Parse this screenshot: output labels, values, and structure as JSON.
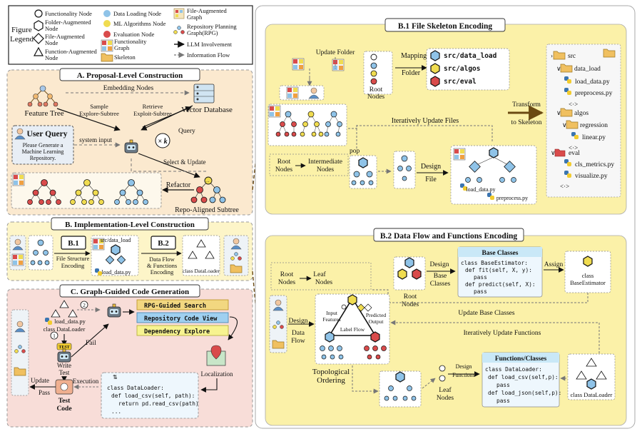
{
  "legend": {
    "title_line1": "Figure",
    "title_line2": "Legend",
    "functionality_node": "Functionality Node",
    "folder_node_l1": "Folder-Augmented",
    "folder_node_l2": "Node",
    "file_node_l1": "File-Augmented",
    "file_node_l2": "Node",
    "function_node_l1": "Function-Augmented",
    "function_node_l2": "Node",
    "data_loading_node": "Data Loading Node",
    "ml_algorithms_node": "ML Algorithms Node",
    "evaluation_node": "Evaluation Node",
    "functionality_graph_l1": "Functionality",
    "functionality_graph_l2": "Graph",
    "skeleton": "Skeleton",
    "file_graph_l1": "File-Augmented",
    "file_graph_l2": "Graph",
    "rpg_l1": "Repository Planning",
    "rpg_l2": "Graph(RPG)",
    "llm_involvement": "LLM Involvement",
    "information_flow": "Information Flow"
  },
  "panel_a": {
    "title": "A. Proposal-Level Construction",
    "embedding_nodes": "Embedding Nodes",
    "feature_tree": "Feature Tree",
    "vector_database": "Vector Database",
    "sample_l1": "Sample",
    "sample_l2": "Explore-Subtree",
    "retrieve_l1": "Retrieve",
    "retrieve_l2": "Exploit-Subtree",
    "query": "Query",
    "times_k": "× k",
    "user_query_title": "User Query",
    "user_query_l1": "Please Generate a",
    "user_query_l2": "Machine Learning",
    "user_query_l3": "Repository.",
    "system_input": "system input",
    "select_update": "Select & Update",
    "refactor": "Refactor",
    "repo_aligned_subtree": "Repo-Aligned Subtree"
  },
  "panel_b": {
    "title": "B. Implementation-Level Construction",
    "b1_badge": "B.1",
    "b1_l1": "File Structure",
    "b1_l2": "Encoding",
    "src_data_load": "src/data_load",
    "load_data_py": "load_data.py",
    "b2_badge": "B.2",
    "b2_l1": "Data Flow",
    "b2_l2": "& Functions",
    "b2_l3": "Encoding",
    "class_dataloader": "class DataLoader"
  },
  "panel_c": {
    "title": "C. Graph-Guided Code Generation",
    "step1": "1",
    "step2": "2",
    "load_data_py": "load_data.py",
    "class_dataloader": "class DataLoader",
    "write_test_l1": "Write",
    "write_test_l2": "Test",
    "test_badge": "TEST",
    "fail": "Fail",
    "execution": "Execution",
    "update": "Update",
    "pass": "Pass",
    "test_code_l1": "Test",
    "test_code_l2": "Code",
    "localization": "Localization",
    "rpg_guided_search": "RPG-Guided Search",
    "repository_code_view": "Repository Code View",
    "dependency_explore": "Dependency Explore",
    "code_l1": "class DataLoader:",
    "code_l2": "def load_csv(self, path):",
    "code_l3": "return pd.read_csv(path)",
    "code_l4": "..."
  },
  "panel_b1": {
    "title": "B.1 File Skeleton Encoding",
    "update_folder": "Update Folder",
    "mapping": "Mapping",
    "folder": "Folder",
    "root_nodes_l1": "Root",
    "root_nodes_l2": "Nodes",
    "folder_1": "src/data_load",
    "folder_2": "src/algos",
    "folder_3": "src/eval",
    "iteratively_update_files": "Iteratively Update Files",
    "pop": "pop",
    "root_l1": "Root",
    "root_l2": "Nodes",
    "intermediate_l1": "Intermediate",
    "intermediate_l2": "Nodes",
    "design": "Design",
    "file": "File",
    "load_data_py": "load_data.py",
    "preprocess_py": "preprocess.py",
    "transform_l1": "Transform",
    "transform_l2": "to Skeleton",
    "tree": {
      "src": "src",
      "data_load": "data_load",
      "load_data": "load_data.py",
      "preprocess": "preprocess.py",
      "dots1": "<·>",
      "algos": "algos",
      "regression": "regression",
      "linear": "linear.py",
      "dots2": "<·>",
      "eval": "eval",
      "cls_metrics": "cls_metrics.py",
      "visualize": "visualize.py",
      "dots3": "<·>"
    }
  },
  "panel_b2": {
    "title": "B.2 Data Flow and Functions Encoding",
    "root_nodes_l1": "Root",
    "root_nodes_l2": "Nodes",
    "leaf_nodes_l1": "Leaf",
    "leaf_nodes_l2": "Nodes",
    "design": "Design",
    "base_classes_l1": "Base",
    "base_classes_l2": "Classes",
    "base_classes_title": "Base Classes",
    "base_code_l1": "class BaseEstimator:",
    "base_code_l2": "def fit(self, X, y):",
    "base_code_l3": "pass",
    "base_code_l4": "def predict(self, X):",
    "base_code_l5": "pass",
    "assign": "Assign",
    "class_baseestimator_l1": "class",
    "class_baseestimator_l2": "BaseEstimator",
    "root_nodes2_l1": "Root",
    "root_nodes2_l2": "Nodes",
    "design_data_flow_l1": "Design",
    "design_data_flow_l2": "Data",
    "design_data_flow_l3": "Flow",
    "input_features_l1": "Input",
    "input_features_l2": "Features",
    "predicted_output_l1": "Predicted",
    "predicted_output_l2": "Output",
    "label_flow": "Label Flow",
    "update_base_classes": "Update Base Classes",
    "iteratively_update_functions": "Iteratively Update Functions",
    "topological_l1": "Topological",
    "topological_l2": "Ordering",
    "design_functions_l1": "Design",
    "design_functions_l2": "Functions",
    "leaf_nodes2_l1": "Leaf",
    "leaf_nodes2_l2": "Nodes",
    "functions_title": "Functions/Classes",
    "func_code_l1": "class DataLoader:",
    "func_code_l2": "def load_csv(self,p):",
    "func_code_l3": "pass",
    "func_code_l4": "def load_json(self,p):",
    "func_code_l5": "pass",
    "class_dataloader": "class DataLoader"
  },
  "colors": {
    "blue_node": "#8fc3e8",
    "yellow_node": "#f0dc50",
    "red_node": "#d94b4b",
    "panel_a_bg": "#fbe9cf",
    "panel_c_bg": "#f8ddd8",
    "panel_b_bg": "#fdf5c8",
    "b1_bg": "#fbf1a8",
    "code_bg": "#eef7fd",
    "title_box": "#c9e8f7"
  }
}
